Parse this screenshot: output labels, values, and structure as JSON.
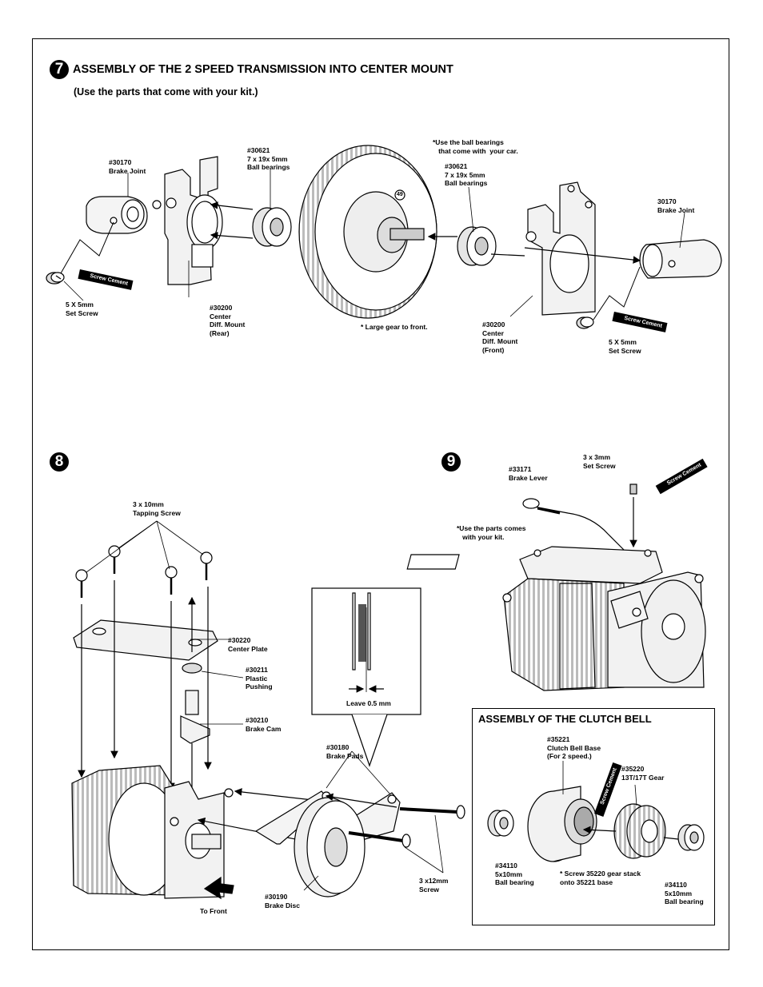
{
  "step7": {
    "number": "7",
    "title": "ASSEMBLY OF THE 2 SPEED TRANSMISSION INTO CENTER MOUNT",
    "subtitle": "(Use the parts that come  with your kit.)",
    "labels": {
      "brake_joint_left": "#30170\nBrake Joint",
      "bearing_left": "#30621\n7 x 19x 5mm\nBall bearings",
      "use_bearings_note": "*Use the ball bearings\n   that come with  your car.",
      "bearing_right": "#30621\n7 x 19x 5mm\nBall bearings",
      "brake_joint_right": "30170\nBrake Joint",
      "set_screw_left": "5 X 5mm\nSet Screw",
      "diff_mount_rear": "#30200\nCenter\nDiff. Mount\n(Rear)",
      "large_gear_note": "* Large gear to front.",
      "diff_mount_front": "#30200\nCenter\nDiff. Mount\n(Front)",
      "set_screw_right": "5 X 5mm\nSet Screw",
      "gear_marking": "49"
    },
    "badges": [
      "Screw\nCement",
      "Screw\nCement"
    ]
  },
  "step8": {
    "number": "8",
    "labels": {
      "tapping_screw": "3 x 10mm\nTapping Screw",
      "center_plate": "#30220\nCenter Plate",
      "plastic_pushing": "#30211\nPlastic\nPushing",
      "brake_cam": "#30210\nBrake Cam",
      "leave": "Leave 0.5 mm",
      "brake_pads": "#30180\nBrake Pads",
      "screw_3x12": "3 x12mm\nScrew",
      "brake_disc": "#30190\nBrake Disc",
      "to_front": "To Front"
    }
  },
  "step9": {
    "number": "9",
    "labels": {
      "set_screw": "3 x 3mm\nSet Screw",
      "brake_lever": "#33171\nBrake Lever",
      "use_parts_note": "*Use the parts comes\n   with your kit."
    },
    "badge": "Screw\nCement"
  },
  "clutch": {
    "title": "ASSEMBLY OF THE CLUTCH BELL",
    "labels": {
      "clutch_bell_base": "#35221\nClutch Bell Base\n(For 2 speed.)",
      "gear": "#35220\n13T/17T Gear",
      "bearing_left": "#34110\n5x10mm\nBall bearing",
      "stack_note": "* Screw 35220 gear stack\nonto 35221 base",
      "bearing_right": "#34110\n5x10mm\nBall bearing"
    },
    "badge": "Screw\nCement"
  }
}
